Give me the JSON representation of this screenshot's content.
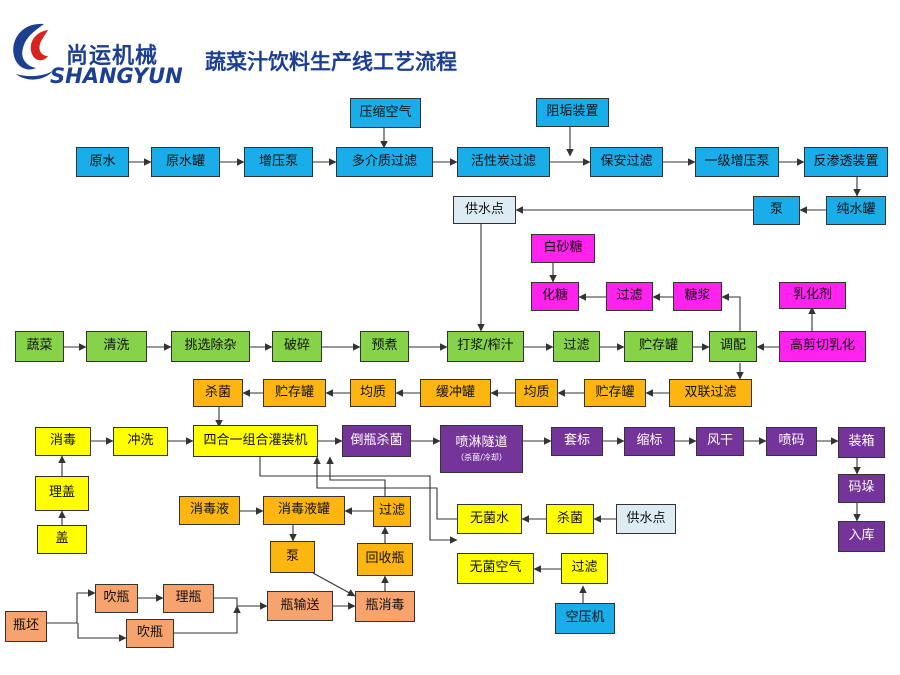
{
  "header": {
    "logo_cn": "尚运机械",
    "logo_en": "SHANGYUN",
    "title": "蔬菜汁饮料生产线工艺流程"
  },
  "colors": {
    "blue": "#19aeea",
    "pale": "#dcecf2",
    "magenta": "#ff22ee",
    "green": "#86d34a",
    "orange": "#fdb510",
    "yellow": "#ffff00",
    "purple": "#74349a",
    "salmon": "#f7a36e",
    "brand": "#1d3f8f"
  },
  "nodes": {
    "raw_water": "原水",
    "raw_water_tank": "原水罐",
    "booster_pump": "增压泵",
    "compressed_air": "压缩空气",
    "multimedia_filter": "多介质过滤",
    "activated_carbon": "活性炭过滤",
    "scale_inhibitor": "阻垢装置",
    "security_filter": "保安过滤",
    "stage1_pump": "一级增压泵",
    "ro_device": "反渗透装置",
    "pump_water": "泵",
    "pure_water_tank": "纯水罐",
    "water_supply": "供水点",
    "white_sugar": "白砂糖",
    "dissolve_sugar": "化糖",
    "sugar_filter": "过滤",
    "syrup": "糖浆",
    "emulsifier": "乳化剂",
    "vegetables": "蔬菜",
    "wash": "清洗",
    "sort": "挑选除杂",
    "crush": "破碎",
    "precook": "预煮",
    "pulp": "打浆/榨汁",
    "juice_filter": "过滤",
    "storage_tank_1": "贮存罐",
    "blending": "调配",
    "high_shear": "高剪切乳化",
    "duplex_filter": "双联过滤",
    "storage_tank_2": "贮存罐",
    "homogenize_1": "均质",
    "buffer_tank": "缓冲罐",
    "homogenize_2": "均质",
    "storage_tank_3": "贮存罐",
    "sterilize": "杀菌",
    "disinfect_caps": "消毒",
    "rinse_caps": "冲洗",
    "filling_machine": "四合一组合灌装机",
    "invert_sterilize": "倒瓶杀菌",
    "spray_tunnel": "喷淋隧道",
    "spray_tunnel_sub": "（杀菌/冷却）",
    "sleeve_label": "套标",
    "shrink_label": "缩标",
    "air_dry": "风干",
    "code_print": "喷码",
    "boxing": "装箱",
    "arrange_caps": "理盖",
    "caps": "盖",
    "disinfectant": "消毒液",
    "disinfectant_tank": "消毒液罐",
    "recycle_filter": "过滤",
    "sterile_water": "无菌水",
    "water_sterilize": "杀菌",
    "water_supply_2": "供水点",
    "palletize": "码垛",
    "warehouse": "入库",
    "pump_2": "泵",
    "recycle_bottle": "回收瓶",
    "sterile_air": "无菌空气",
    "air_filter": "过滤",
    "blow_bottle_1": "吹瓶",
    "arrange_bottle": "理瓶",
    "bottle_convey": "瓶输送",
    "bottle_disinfect": "瓶消毒",
    "air_compressor": "空压机",
    "preform": "瓶坯",
    "blow_bottle_2": "吹瓶"
  }
}
